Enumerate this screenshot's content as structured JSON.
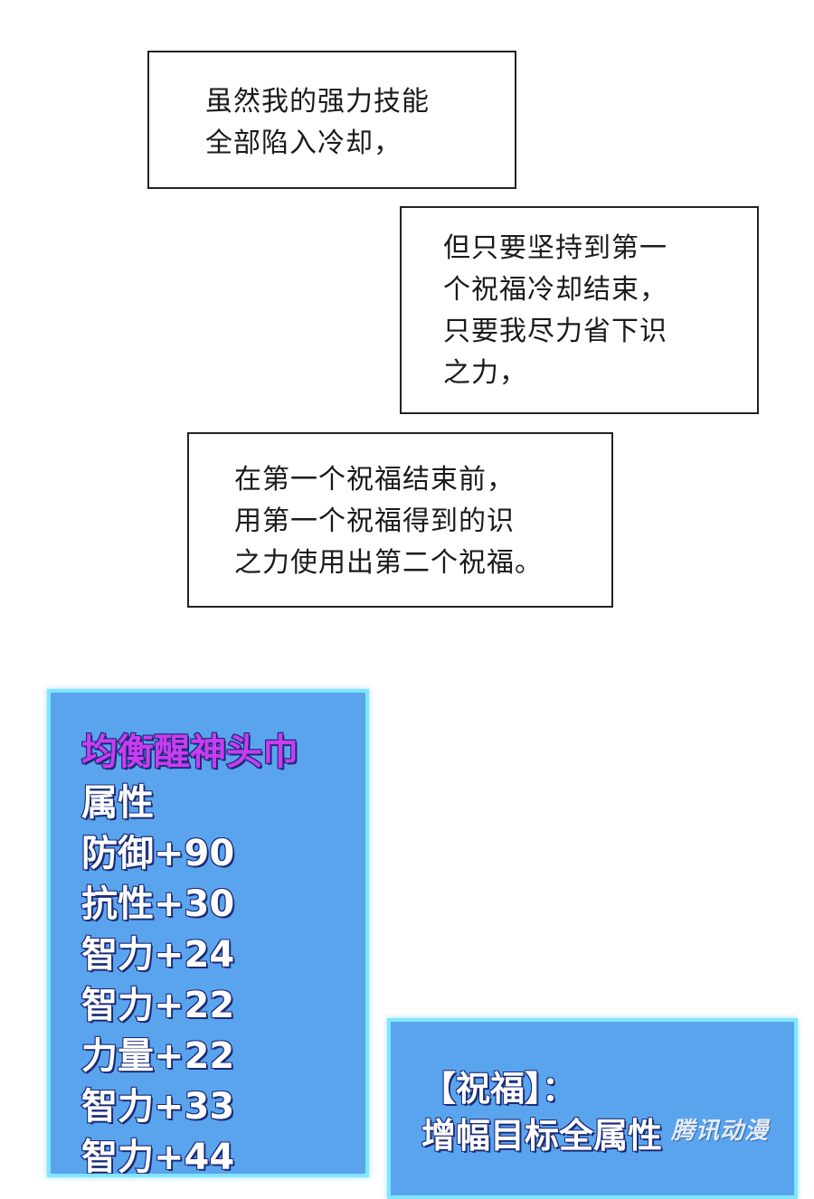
{
  "captions": {
    "first": [
      "虽然我的强力技能",
      "全部陷入冷却，"
    ],
    "second": [
      "但只要坚持到第一",
      "个祝福冷却结束，",
      "只要我尽力省下识",
      "之力，"
    ],
    "third": [
      "在第一个祝福结束前，",
      "用第一个祝福得到的识",
      "之力使用出第二个祝福。"
    ]
  },
  "item_panel": {
    "name": "均衡醒神头巾",
    "attributes_label": "属性",
    "stats": [
      "防御+90",
      "抗性+30",
      "智力+24",
      "智力+22",
      "力量+22",
      "智力+33",
      "智力+44"
    ]
  },
  "blessing_panel": {
    "title": "【祝福】：",
    "description": "增幅目标全属性"
  },
  "watermark": "腾讯动漫",
  "colors": {
    "panel_bg": "#5aa4ee",
    "panel_border": "#7fe6ff",
    "item_name": "#c93cf0",
    "stat_text": "#ffffff"
  }
}
